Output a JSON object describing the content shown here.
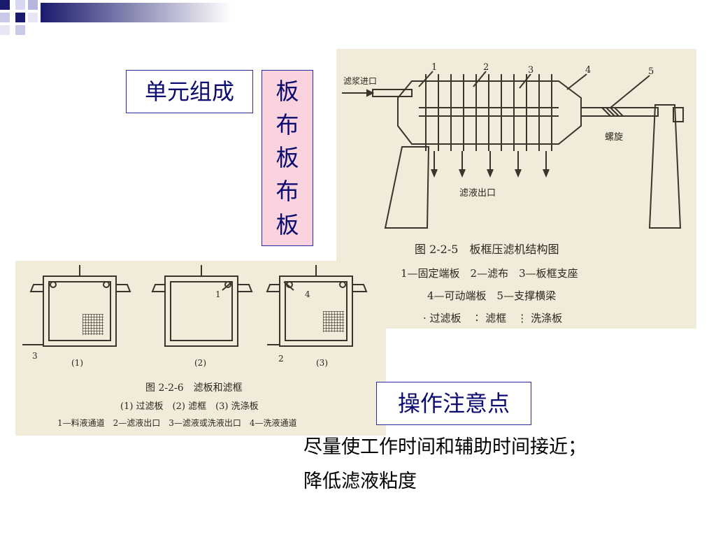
{
  "heading": {
    "unit_label": "单元组成"
  },
  "plate_sequence": [
    "板",
    "布",
    "板",
    "布",
    "板"
  ],
  "operations": {
    "title": "操作注意点",
    "lines": [
      "尽量使工作时间和辅助时间接近；",
      "降低滤液粘度"
    ]
  },
  "press_figure": {
    "inlet_label": "滤浆进口",
    "outlet_label": "滤液出口",
    "screw_label": "螺旋",
    "callouts": [
      "1",
      "2",
      "3",
      "4",
      "5"
    ],
    "caption": "图 2-2-5　板框压滤机结构图",
    "legend_line1": "1—固定端板　2—滤布　3—板框支座",
    "legend_line2": "4—可动端板　5—支撑横梁",
    "legend_line3": "· 过滤板　∶ 滤框　⋮ 洗涤板"
  },
  "frames_figure": {
    "panel_labels": [
      "(1)",
      "(2)",
      "(3)"
    ],
    "port_labels": [
      "3",
      "1",
      "4",
      "2"
    ],
    "caption": "图 2-2-6　滤板和滤框",
    "legend_line1": "(1) 过滤板　(2) 滤框　(3) 洗涤板",
    "legend_line2": "1—料液通道　2—滤液出口　3—滤液或洗液出口　4—洗液通道"
  },
  "colors": {
    "accent_navy": "#1a1a6e",
    "box_border": "#2a2aa0",
    "highlight_pink": "#fbd3df",
    "scan_paper": "#f1ebd9"
  }
}
